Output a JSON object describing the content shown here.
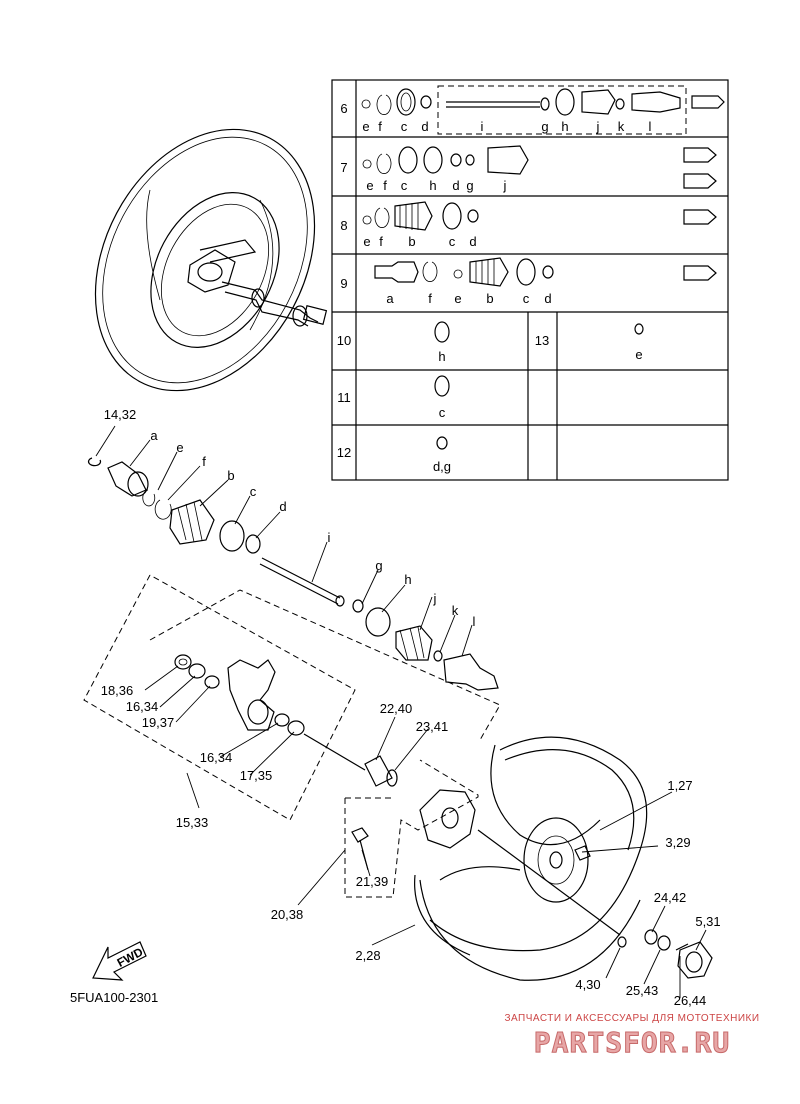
{
  "table": {
    "rows": [
      {
        "num": "6",
        "letters": [
          "e",
          "f",
          "c",
          "d",
          "i",
          "g",
          "h",
          "j",
          "k",
          "l"
        ]
      },
      {
        "num": "7",
        "letters": [
          "e",
          "f",
          "c",
          "h",
          "d",
          "g",
          "j"
        ]
      },
      {
        "num": "8",
        "letters": [
          "e",
          "f",
          "b",
          "c",
          "d"
        ]
      },
      {
        "num": "9",
        "letters": [
          "a",
          "f",
          "e",
          "b",
          "c",
          "d"
        ]
      },
      {
        "num": "10",
        "letters": [
          "h"
        ]
      },
      {
        "num": "11",
        "letters": [
          "c"
        ]
      },
      {
        "num": "12",
        "letters": [
          "d,g"
        ]
      }
    ],
    "row13": {
      "num": "13",
      "letter": "e"
    }
  },
  "callouts": {
    "shaft_parts": [
      "14,32",
      "a",
      "e",
      "f",
      "b",
      "c",
      "d",
      "i",
      "g",
      "h",
      "j",
      "k",
      "l"
    ],
    "knuckle_parts": [
      "18,36",
      "16,34",
      "19,37",
      "16,34",
      "17,35",
      "15,33"
    ],
    "hub_parts": [
      "22,40",
      "23,41",
      "21,39",
      "20,38"
    ],
    "wheel_parts": [
      "1,27",
      "3,29",
      "24,42",
      "5,31",
      "2,28",
      "4,30",
      "25,43",
      "26,44"
    ]
  },
  "fwd_label": "FWD",
  "diagram_code": "5FUA100-2301",
  "watermark": {
    "top_text": "ЗАПЧАСТИ И АКСЕССУАРЫ ДЛЯ МОТОТЕХНИКИ",
    "brand_text": "PARTSFOR.RU"
  }
}
